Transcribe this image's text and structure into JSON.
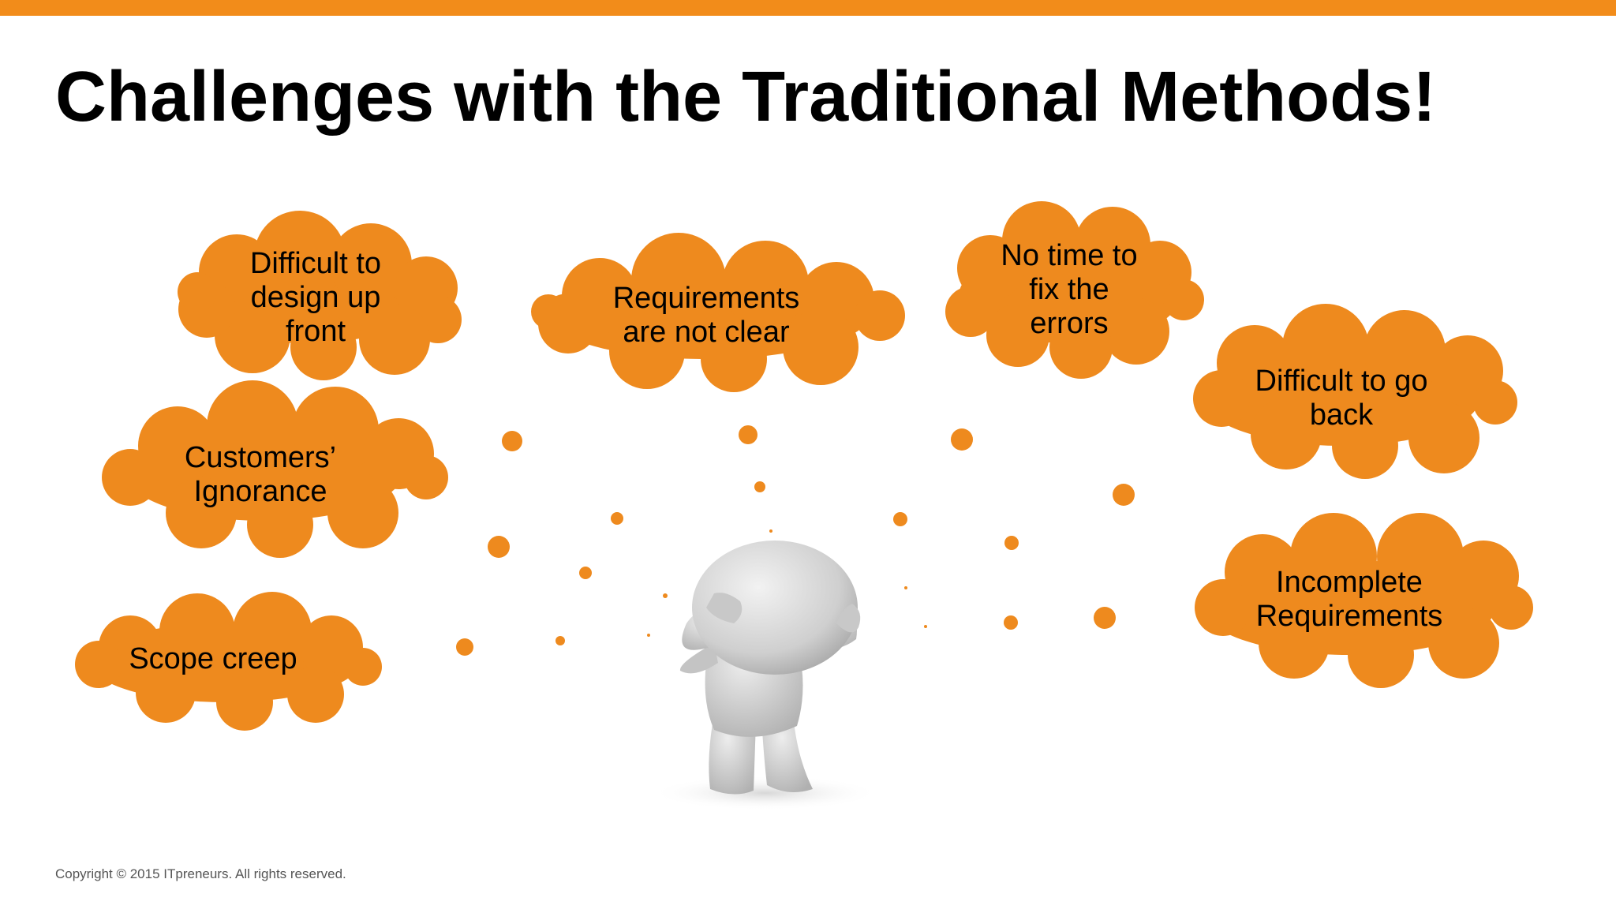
{
  "slide": {
    "title": "Challenges with the Traditional Methods!",
    "copyright": "Copyright © 2015 ITpreneurs. All rights reserved."
  },
  "clouds": [
    {
      "id": "difficult-design",
      "lines": [
        "Difficult to",
        "design up",
        "front"
      ]
    },
    {
      "id": "requirements-unclear",
      "lines": [
        "Requirements",
        "are not clear"
      ]
    },
    {
      "id": "no-time",
      "lines": [
        "No time to",
        "fix the",
        "errors"
      ]
    },
    {
      "id": "difficult-go-back",
      "lines": [
        "Difficult to go",
        "back"
      ]
    },
    {
      "id": "customers-ignorance",
      "lines": [
        "Customers’",
        "Ignorance"
      ]
    },
    {
      "id": "incomplete-requirements",
      "lines": [
        "Incomplete",
        "Requirements"
      ]
    },
    {
      "id": "scope-creep",
      "lines": [
        "Scope creep"
      ]
    }
  ],
  "colors": {
    "accent": "#F28C1A",
    "cloud_fill": "#EE8A1E",
    "figure": "#CFCFCF",
    "text": "#000000"
  },
  "illustration": {
    "figure": "confused-person-holding-head-icon"
  }
}
